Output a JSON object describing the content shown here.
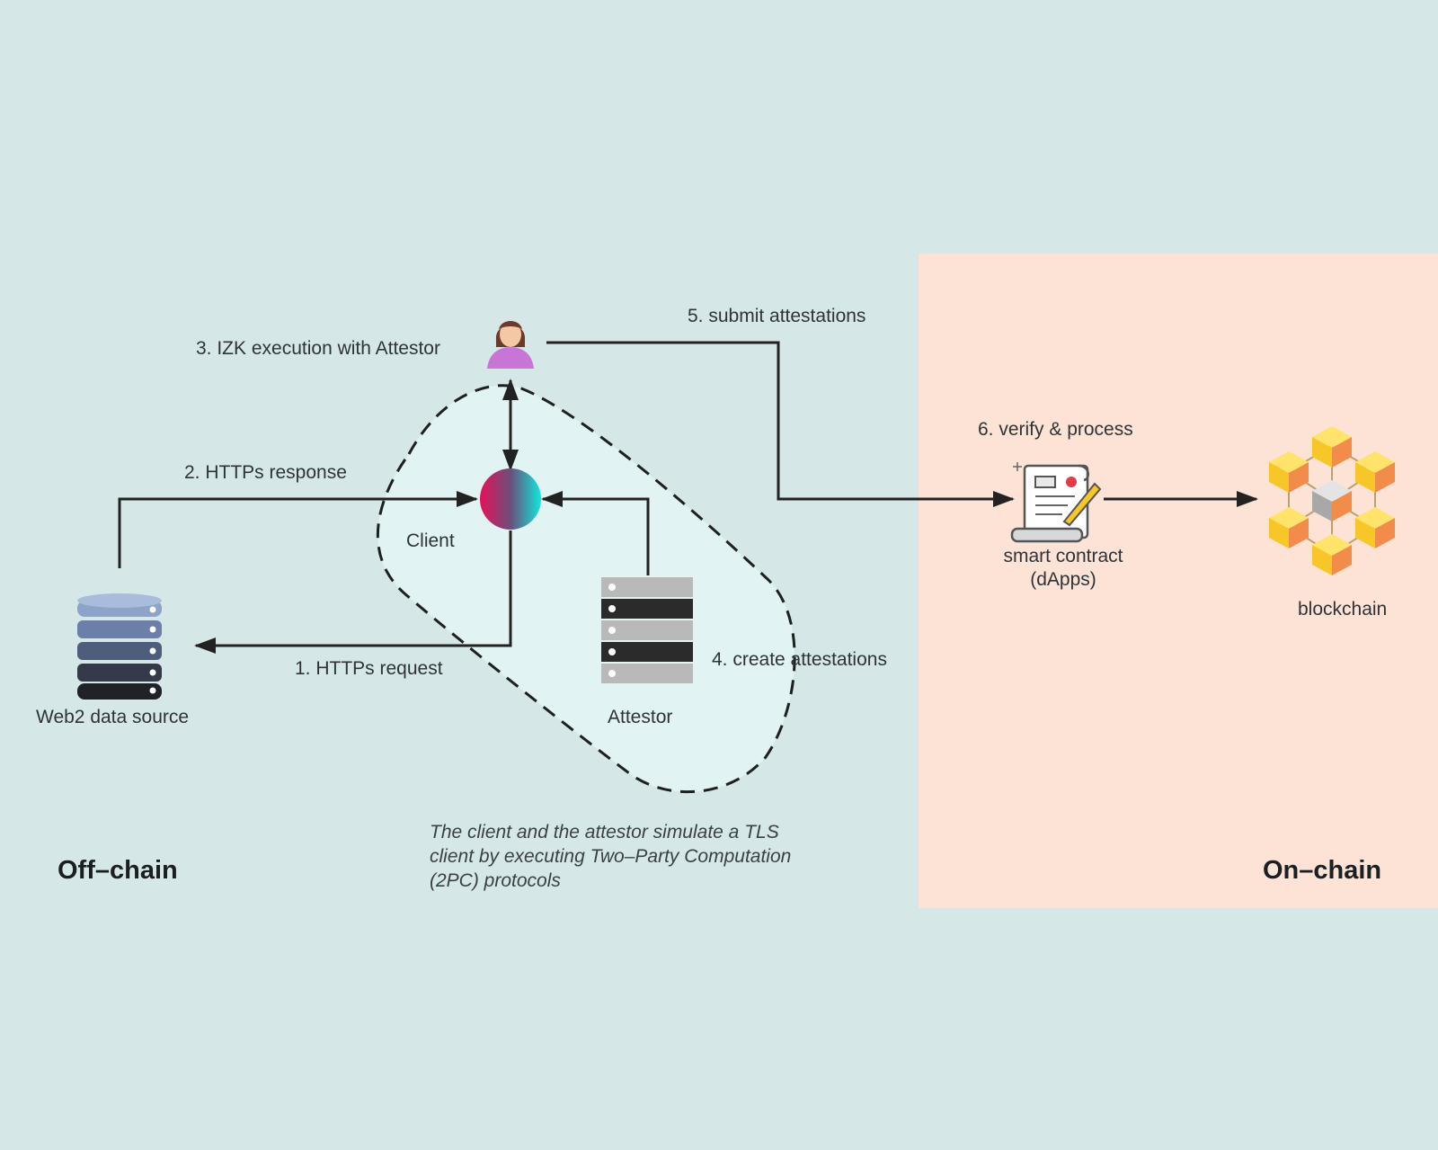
{
  "zones": {
    "off_chain": "Off–chain",
    "on_chain": "On–chain"
  },
  "nodes": {
    "web2": "Web2 data source",
    "client": "Client",
    "attestor": "Attestor",
    "contract_line1": "smart contract",
    "contract_line2": "(dApps)",
    "blockchain": "blockchain"
  },
  "steps": {
    "s1": "1. HTTPs request",
    "s2": "2. HTTPs response",
    "s3": "3. IZK execution with Attestor",
    "s4": "4. create attestations",
    "s5": "5. submit attestations",
    "s6": "6. verify & process"
  },
  "note": {
    "line1": "The client and the attestor simulate a TLS",
    "line2": "client by executing Two–Party Computation",
    "line3": "(2PC) protocols"
  },
  "icons": {
    "database": "database-icon",
    "user": "user-icon",
    "client": "client-orb-icon",
    "server": "server-icon",
    "contract": "contract-scroll-icon",
    "blockchain": "blockchain-cubes-icon"
  },
  "colors": {
    "off_chain_bg": "#d5e8e7",
    "on_chain_bg": "#fde3d6",
    "mpc_region": "#e1f3f3",
    "arrow": "#222222"
  }
}
